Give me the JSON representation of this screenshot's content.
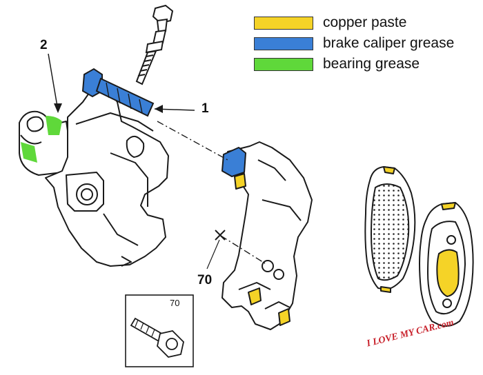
{
  "legend": {
    "items": [
      {
        "label": "copper paste",
        "color": "#f5d327"
      },
      {
        "label": "brake caliper grease",
        "color": "#3a7fd6"
      },
      {
        "label": "bearing grease",
        "color": "#5fd83a"
      }
    ]
  },
  "callouts": {
    "part_1": "1",
    "part_2": "2",
    "part_70": "70"
  },
  "inset": {
    "label": "70"
  },
  "watermark": {
    "text": "I LOVE MY CAR.com",
    "color": "#c8212b"
  },
  "colors": {
    "line": "#1a1a1a",
    "copper": "#f5d327",
    "caliper_grease": "#3a7fd6",
    "bearing_grease": "#5fd83a"
  }
}
